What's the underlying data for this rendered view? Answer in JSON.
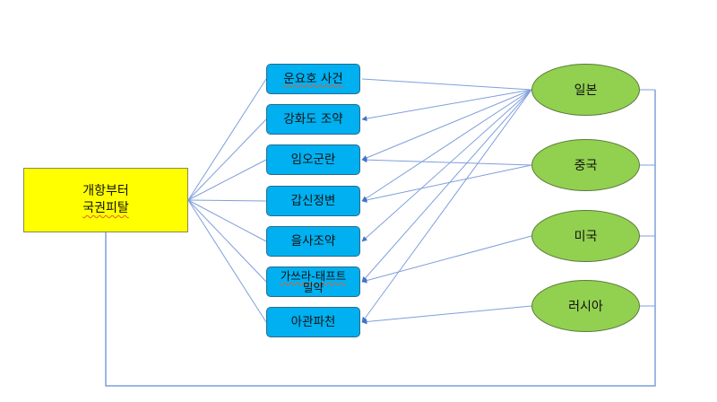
{
  "root": {
    "line1": "개항부터",
    "line2": "국권피탈"
  },
  "events": [
    {
      "label": "운요호 사건",
      "line2": ""
    },
    {
      "label": "강화도 조약",
      "line2": ""
    },
    {
      "label": "임오군란",
      "line2": ""
    },
    {
      "label": "갑신정변",
      "line2": ""
    },
    {
      "label": "을사조약",
      "line2": ""
    },
    {
      "label": "가쓰라-태프트",
      "line2": "밀약"
    },
    {
      "label": "아관파천",
      "line2": ""
    }
  ],
  "countries": [
    {
      "label": "일본",
      "targets": [
        0,
        1,
        2,
        3,
        4,
        5,
        6
      ]
    },
    {
      "label": "중국",
      "targets": [
        2,
        3
      ]
    },
    {
      "label": "미국",
      "targets": [
        5
      ]
    },
    {
      "label": "러시아",
      "targets": [
        6
      ]
    }
  ],
  "colors": {
    "root_fill": "#ffff00",
    "event_fill": "#00b0f0",
    "country_fill": "#92d050",
    "connector": "#7f9fdc"
  }
}
